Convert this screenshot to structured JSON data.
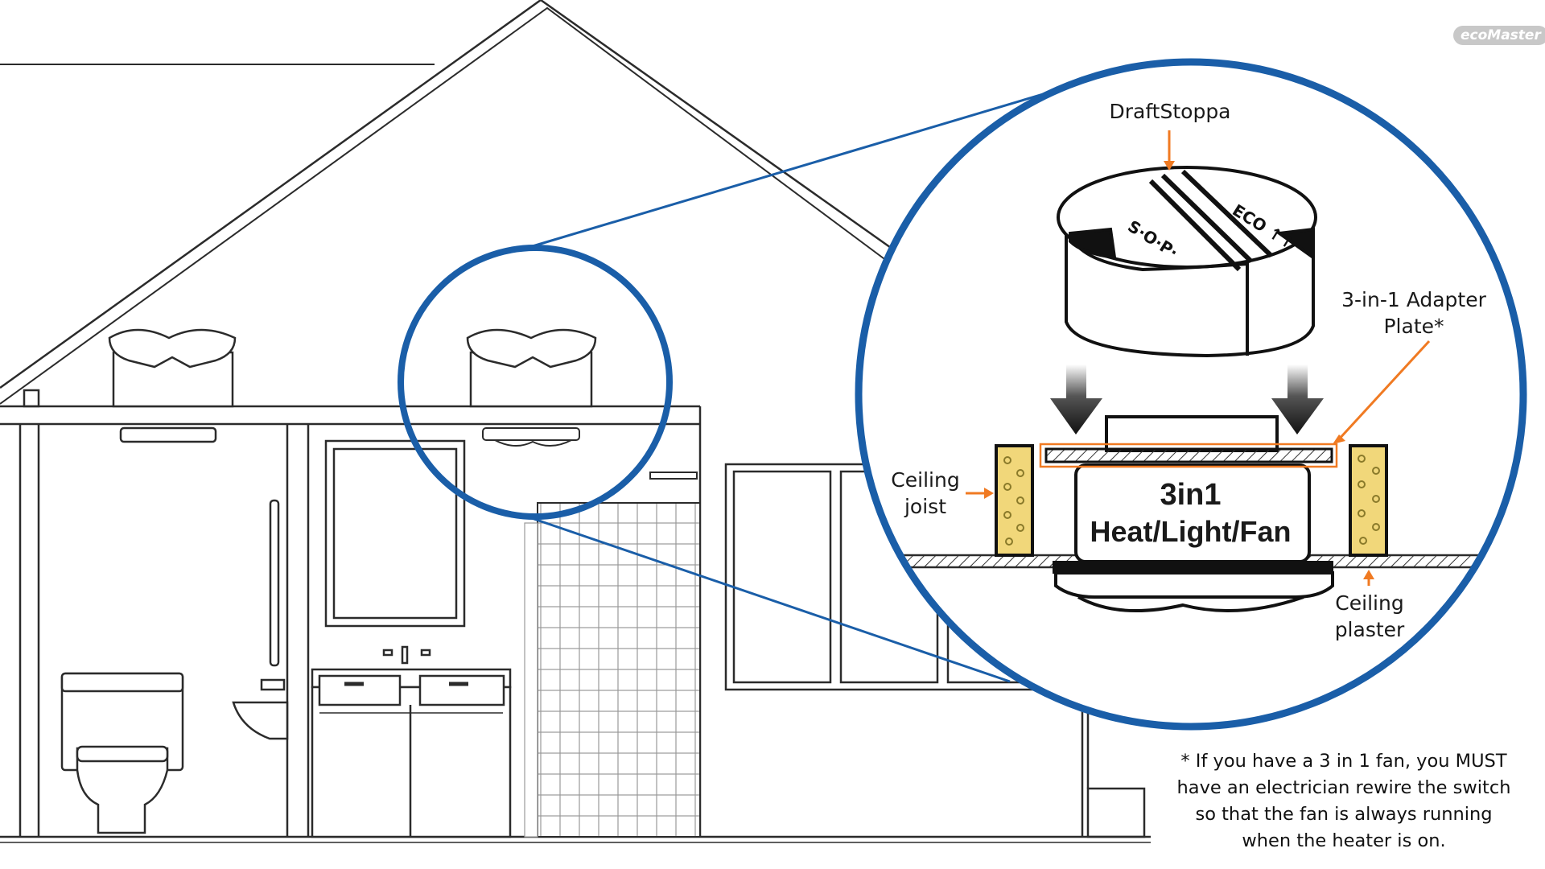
{
  "brand": {
    "logo_text": "ecoMaster"
  },
  "labels": {
    "draftstoppa": "DraftStoppa",
    "adapter_plate_line1": "3-in-1 Adapter",
    "adapter_plate_line2": "Plate*",
    "ceiling_joist_line1": "Ceiling",
    "ceiling_joist_line2": "joist",
    "ceiling_plaster_line1": "Ceiling",
    "ceiling_plaster_line2": "plaster",
    "fan_line1": "3in1",
    "fan_line2": "Heat/Light/Fan"
  },
  "footnote": {
    "line1": "* If you have a 3 in 1 fan, you MUST",
    "line2": "have an electrician rewire the switch",
    "line3": "so that the fan is always running",
    "line4": "when the heater is on."
  },
  "colors": {
    "callout_blue": "#1a5ea8",
    "arrow_orange": "#f07a22",
    "insulation_yellow": "#f1d77a",
    "line_dark": "#2b2b2b"
  }
}
